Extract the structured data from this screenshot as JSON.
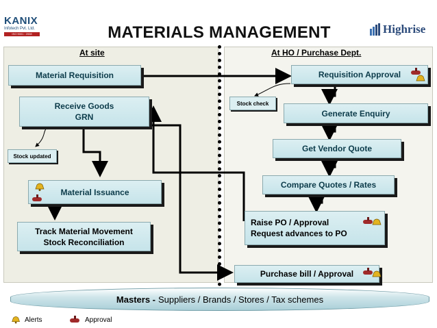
{
  "header": {
    "title": "MATERIALS MANAGEMENT",
    "left_logo": {
      "name": "KANIX",
      "sub": "Infotech Pvt. Ltd.",
      "tagline": "ISO 9001 : 2008"
    },
    "right_logo": {
      "name": "Highrise"
    }
  },
  "sections": {
    "left": "At site",
    "right": "At HO / Purchase Dept."
  },
  "boxes": {
    "material_requisition": "Material Requisition",
    "receive_goods_1": "Receive Goods",
    "receive_goods_2": "GRN",
    "material_issuance": "Material Issuance",
    "track_1": "Track Material Movement",
    "track_2": "Stock Reconciliation",
    "requisition_approval": "Requisition Approval",
    "generate_enquiry": "Generate Enquiry",
    "get_vendor_quote": "Get Vendor Quote",
    "compare_quotes": "Compare Quotes / Rates",
    "raise_po_1": "Raise PO / Approval",
    "raise_po_2": "Request advances to PO",
    "purchase_bill": "Purchase bill / Approval"
  },
  "notes": {
    "stock_updated": "Stock updated",
    "stock_check": "Stock check"
  },
  "masters": {
    "label": "Masters -",
    "items": "Suppliers / Brands / Stores / Tax schemes"
  },
  "legend": {
    "alerts": "Alerts",
    "approval": "Approval"
  },
  "colors": {
    "box_fill": "#c6e4ea",
    "box_text": "#0c3b4a",
    "left_panel": "#eeeee4",
    "right_panel": "#f4f4ee",
    "masters": "#a9cfd8"
  },
  "icons": {
    "alert": "bell-icon",
    "approval": "hand-stamp-icon"
  }
}
